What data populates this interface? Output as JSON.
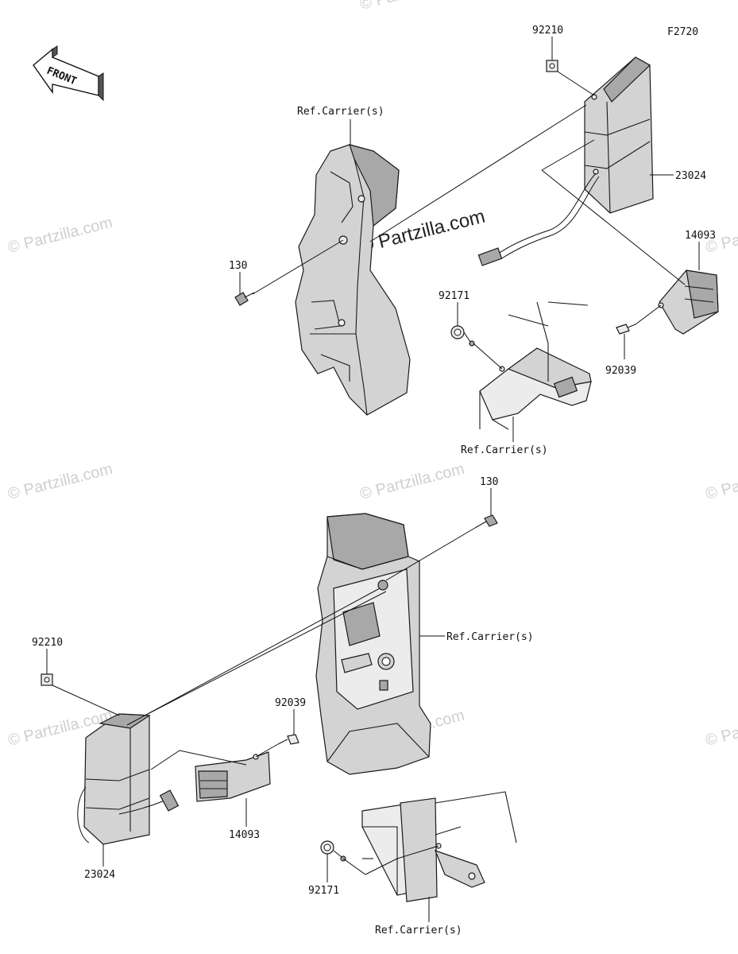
{
  "diagram_code": "F2720",
  "front_arrow_label": "FRONT",
  "watermark": "© Partzilla.com",
  "watermark_center": "© Partzilla.com",
  "labels": {
    "top_92210": "92210",
    "top_ref_carrier_left": "Ref.Carrier(s)",
    "top_23024": "23024",
    "top_14093": "14093",
    "top_130": "130",
    "top_92171": "92171",
    "top_92039": "92039",
    "top_ref_carrier_bottom": "Ref.Carrier(s)",
    "bot_130": "130",
    "bot_ref_carrier_right": "Ref.Carrier(s)",
    "bot_92210": "92210",
    "bot_92039": "92039",
    "bot_14093": "14093",
    "bot_23024": "23024",
    "bot_92171": "92171",
    "bot_ref_carrier_bottom": "Ref.Carrier(s)"
  }
}
